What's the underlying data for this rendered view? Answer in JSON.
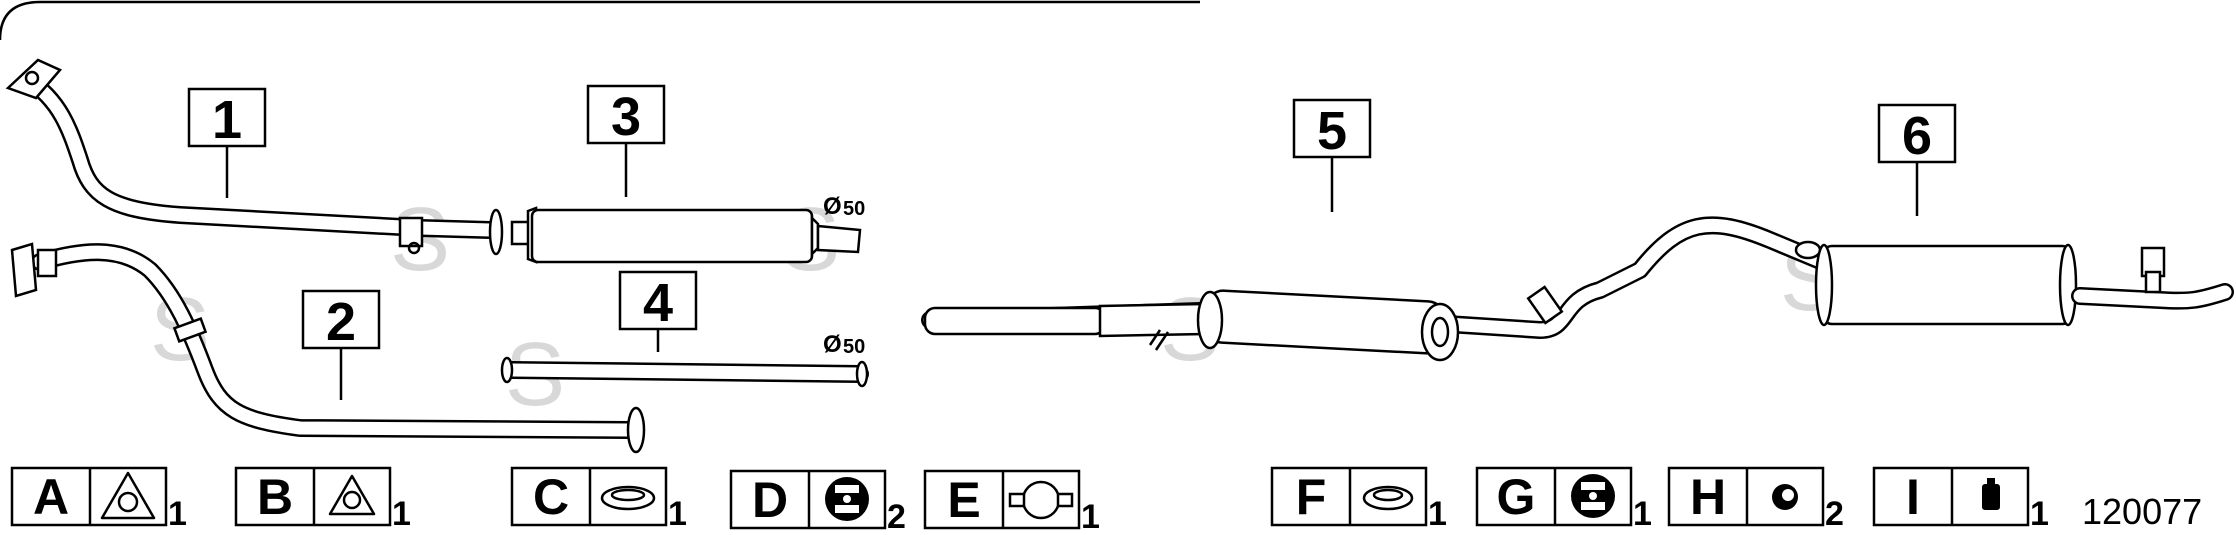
{
  "watermark": "S",
  "diameter_symbol": "Ø",
  "callouts": [
    {
      "label": "1"
    },
    {
      "label": "2"
    },
    {
      "label": "3"
    },
    {
      "label": "4"
    },
    {
      "label": "5"
    },
    {
      "label": "6"
    }
  ],
  "diameters": [
    {
      "value": "50"
    },
    {
      "value": "50"
    }
  ],
  "accessories": [
    {
      "letter": "A",
      "qty": "1",
      "icon": "triangular-flange-gasket-icon"
    },
    {
      "letter": "B",
      "qty": "1",
      "icon": "triangular-flange-gasket-icon"
    },
    {
      "letter": "C",
      "qty": "1",
      "icon": "ring-gasket-icon"
    },
    {
      "letter": "D",
      "qty": "2",
      "icon": "rubber-mount-icon"
    },
    {
      "letter": "E",
      "qty": "1",
      "icon": "pipe-clamp-icon"
    },
    {
      "letter": "F",
      "qty": "1",
      "icon": "ring-gasket-icon"
    },
    {
      "letter": "G",
      "qty": "1",
      "icon": "rubber-mount-icon"
    },
    {
      "letter": "H",
      "qty": "2",
      "icon": "rubber-ring-icon"
    },
    {
      "letter": "I",
      "qty": "1",
      "icon": "hanger-block-icon"
    }
  ],
  "reference_number": "120077"
}
